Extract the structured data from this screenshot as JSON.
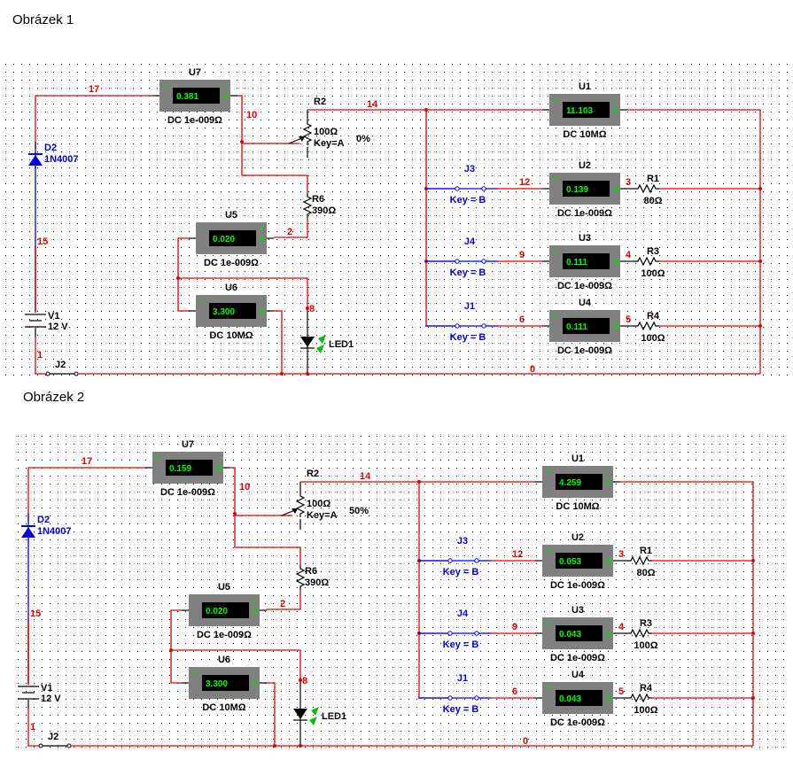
{
  "figures": [
    {
      "title": "Obrázek 1",
      "nets": {
        "n17": "17",
        "n10": "10",
        "n14": "14",
        "n15": "15",
        "n2": "2",
        "n8": "8",
        "n1": "1",
        "n12": "12",
        "n3": "3",
        "n9": "9",
        "n4": "4",
        "n6": "6",
        "n5": "5",
        "n0": "0"
      },
      "diode": {
        "ref": "D2",
        "model": "1N4007"
      },
      "source": {
        "ref": "V1",
        "value": "12 V"
      },
      "switch_main": {
        "ref": "J2"
      },
      "pot": {
        "ref": "R2",
        "value": "100Ω",
        "key": "Key=A",
        "setting": "0%"
      },
      "r6": {
        "ref": "R6",
        "value": "390Ω"
      },
      "led": {
        "ref": "LED1"
      },
      "meters": {
        "U7": {
          "ref": "U7",
          "reading": "0.381",
          "unit": "A",
          "mode": "DC  1e-009Ω"
        },
        "U5": {
          "ref": "U5",
          "reading": "0.020",
          "unit": "A",
          "mode": "DC  1e-009Ω"
        },
        "U6": {
          "ref": "U6",
          "reading": "3.300",
          "unit": "V",
          "mode": "DC  10MΩ"
        },
        "U1": {
          "ref": "U1",
          "reading": "11.103",
          "unit": "V",
          "mode": "DC  10MΩ"
        },
        "U2": {
          "ref": "U2",
          "reading": "0.139",
          "unit": "A",
          "mode": "DC  1e-009Ω"
        },
        "U3": {
          "ref": "U3",
          "reading": "0.111",
          "unit": "A",
          "mode": "DC  1e-009Ω"
        },
        "U4": {
          "ref": "U4",
          "reading": "0.111",
          "unit": "A",
          "mode": "DC  1e-009Ω"
        }
      },
      "switches": {
        "J3": {
          "ref": "J3",
          "key": "Key = B"
        },
        "J4": {
          "ref": "J4",
          "key": "Key = B"
        },
        "J1": {
          "ref": "J1",
          "key": "Key = B"
        }
      },
      "resistors": {
        "R1": {
          "ref": "R1",
          "value": "80Ω"
        },
        "R3": {
          "ref": "R3",
          "value": "100Ω"
        },
        "R4": {
          "ref": "R4",
          "value": "100Ω"
        }
      }
    },
    {
      "title": "Obrázek 2",
      "nets": {
        "n17": "17",
        "n10": "10",
        "n14": "14",
        "n15": "15",
        "n2": "2",
        "n8": "8",
        "n1": "1",
        "n12": "12",
        "n3": "3",
        "n9": "9",
        "n4": "4",
        "n6": "6",
        "n5": "5",
        "n0": "0"
      },
      "diode": {
        "ref": "D2",
        "model": "1N4007"
      },
      "source": {
        "ref": "V1",
        "value": "12 V"
      },
      "switch_main": {
        "ref": "J2"
      },
      "pot": {
        "ref": "R2",
        "value": "100Ω",
        "key": "Key=A",
        "setting": "50%"
      },
      "r6": {
        "ref": "R6",
        "value": "390Ω"
      },
      "led": {
        "ref": "LED1"
      },
      "meters": {
        "U7": {
          "ref": "U7",
          "reading": "0.159",
          "unit": "A",
          "mode": "DC  1e-009Ω"
        },
        "U5": {
          "ref": "U5",
          "reading": "0.020",
          "unit": "A",
          "mode": "DC  1e-009Ω"
        },
        "U6": {
          "ref": "U6",
          "reading": "3.300",
          "unit": "V",
          "mode": "DC  10MΩ"
        },
        "U1": {
          "ref": "U1",
          "reading": "4.259",
          "unit": "V",
          "mode": "DC  10MΩ"
        },
        "U2": {
          "ref": "U2",
          "reading": "0.053",
          "unit": "A",
          "mode": "DC  1e-009Ω"
        },
        "U3": {
          "ref": "U3",
          "reading": "0.043",
          "unit": "A",
          "mode": "DC  1e-009Ω"
        },
        "U4": {
          "ref": "U4",
          "reading": "0.043",
          "unit": "A",
          "mode": "DC  1e-009Ω"
        }
      },
      "switches": {
        "J3": {
          "ref": "J3",
          "key": "Key = B"
        },
        "J4": {
          "ref": "J4",
          "key": "Key = B"
        },
        "J1": {
          "ref": "J1",
          "key": "Key = B"
        }
      },
      "resistors": {
        "R1": {
          "ref": "R1",
          "value": "80Ω"
        },
        "R3": {
          "ref": "R3",
          "value": "100Ω"
        },
        "R4": {
          "ref": "R4",
          "value": "100Ω"
        }
      }
    }
  ]
}
